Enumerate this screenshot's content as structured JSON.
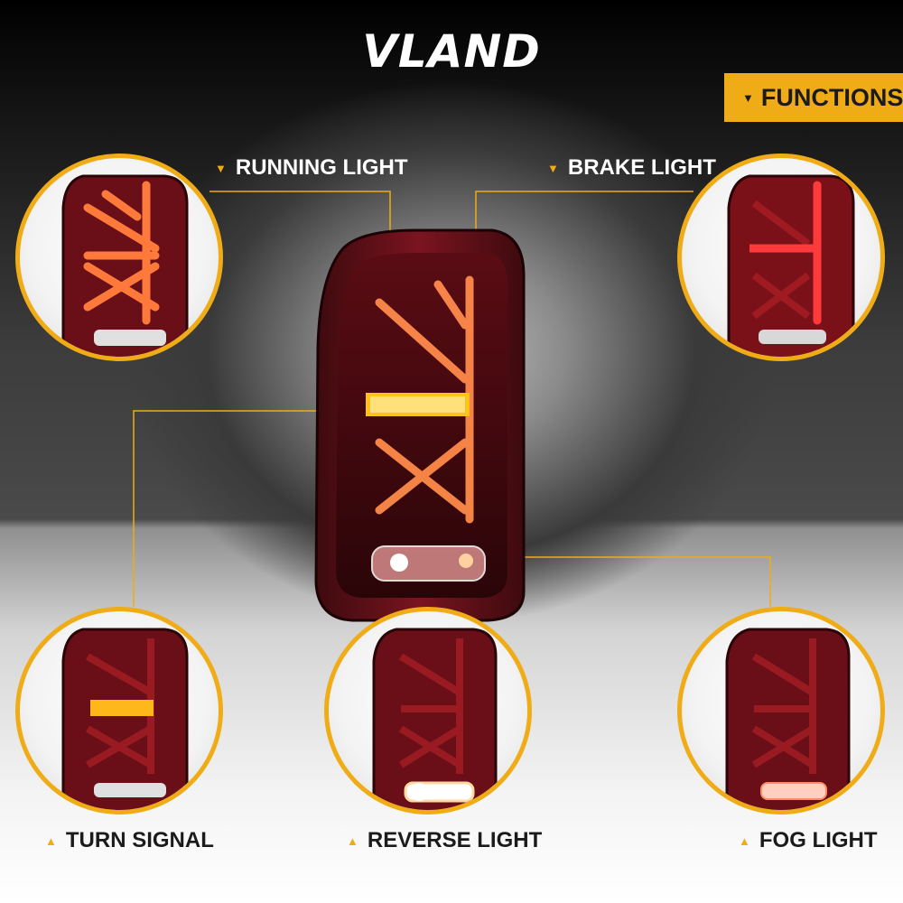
{
  "brand": "VLAND",
  "badge": {
    "label": "FUNCTIONS",
    "icon": "triangle-down-icon"
  },
  "labels": {
    "running": "RUNNING LIGHT",
    "brake": "BRAKE LIGHT",
    "turn": "TURN SIGNAL",
    "reverse": "REVERSE LIGHT",
    "fog": "FOG LIGHT"
  },
  "colors": {
    "accent": "#f0ac17",
    "lamp_red": "#8a1420",
    "glow_orange": "#ff8a4a",
    "glow_amber": "#ffc21a"
  }
}
